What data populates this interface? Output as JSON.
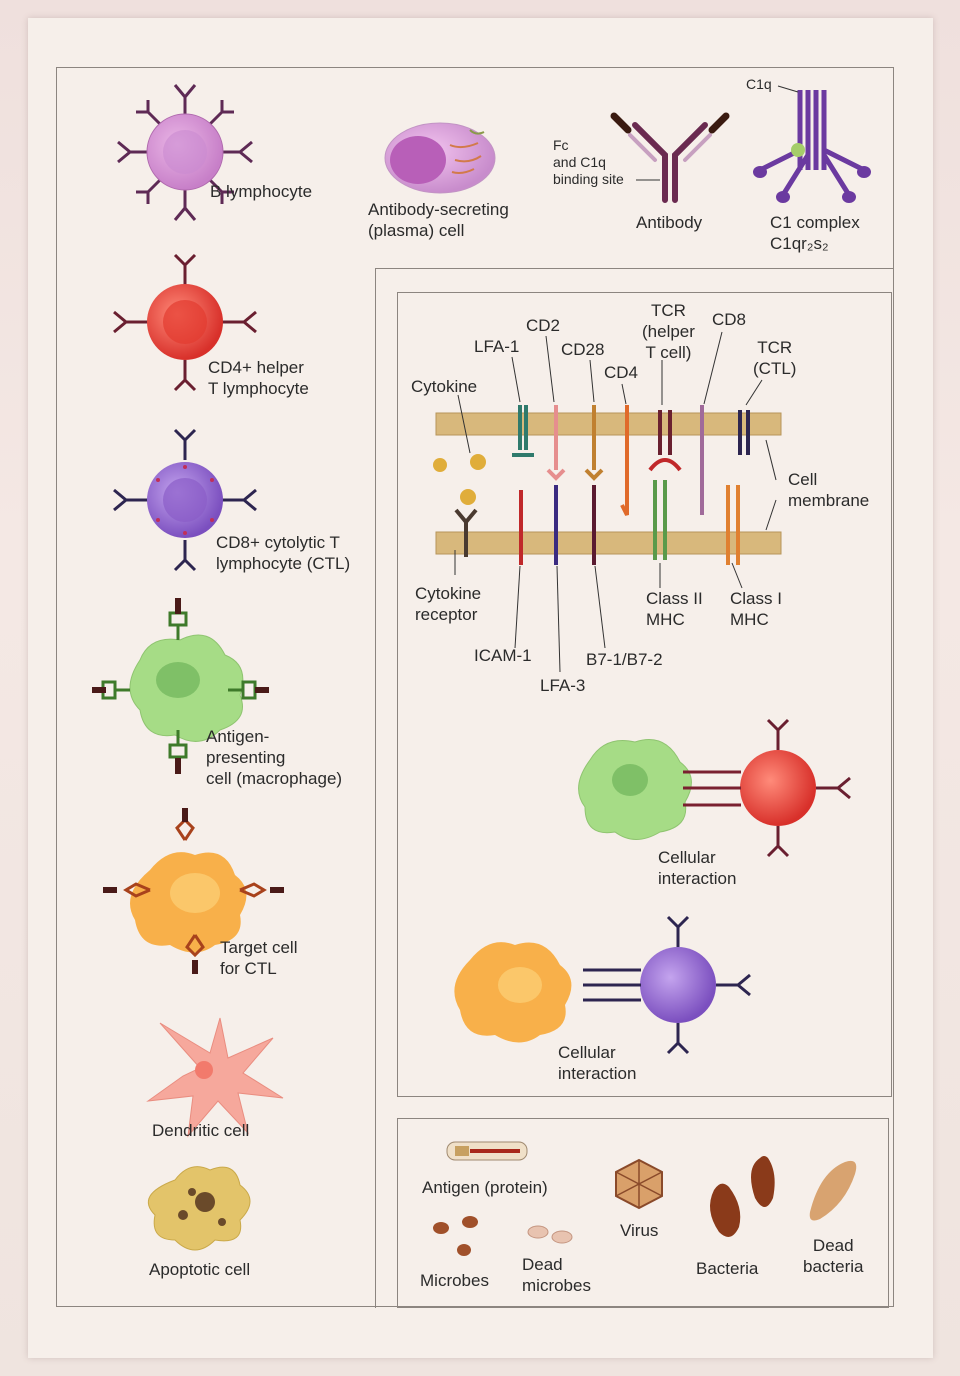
{
  "left_panel": {
    "b_lymphocyte": "B lymphocyte",
    "cd4_helper": "CD4+ helper\nT lymphocyte",
    "cd8_ctl": "CD8+ cytolytic T\nlymphocyte (CTL)",
    "apc": "Antigen-\npresenting\ncell (macrophage)",
    "target_cell": "Target cell\nfor CTL",
    "dendritic": "Dendritic cell",
    "apoptotic": "Apoptotic cell"
  },
  "top_panel": {
    "plasma_cell": "Antibody-secreting\n(plasma) cell",
    "fc_site": "Fc\nand C1q\nbinding site",
    "antibody": "Antibody",
    "c1q": "C1q",
    "c1_complex": "C1 complex\nC1qr₂s₂"
  },
  "membrane_panel": {
    "lfa1": "LFA-1",
    "cd2": "CD2",
    "cd28": "CD28",
    "cd4": "CD4",
    "tcr_helper": "TCR\n(helper\nT cell)",
    "cd8": "CD8",
    "tcr_ctl": "TCR\n(CTL)",
    "cytokine": "Cytokine",
    "cell_membrane": "Cell\nmembrane",
    "cytokine_receptor": "Cytokine\nreceptor",
    "icam1": "ICAM-1",
    "lfa3": "LFA-3",
    "b7": "B7-1/B7-2",
    "class2": "Class II\nMHC",
    "class1": "Class I\nMHC",
    "cellular_interaction_1": "Cellular\ninteraction",
    "cellular_interaction_2": "Cellular\ninteraction"
  },
  "legend_panel": {
    "antigen": "Antigen (protein)",
    "virus": "Virus",
    "microbes": "Microbes",
    "dead_microbes": "Dead\nmicrobes",
    "bacteria": "Bacteria",
    "dead_bacteria": "Dead\nbacteria"
  },
  "colors": {
    "b_cell": "#d99ad6",
    "helper_t": "#ef4a3c",
    "ctl": "#9a6fd0",
    "apc": "#a6dc86",
    "target": "#f8b04a",
    "dendritic": "#f6a89c",
    "apoptotic": "#e3c46a",
    "membrane": "#d8b87c",
    "receptor_dark": "#5b1f3a"
  }
}
